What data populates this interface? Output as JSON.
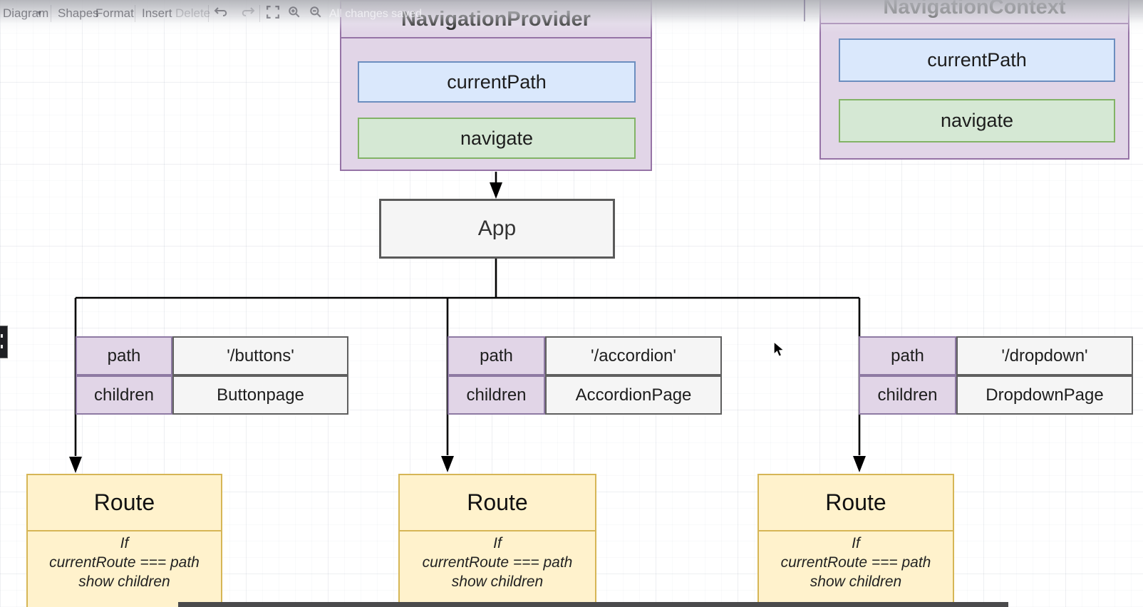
{
  "toolbar": {
    "diagram_label": "Diagram",
    "dropdown_chevron": "▾",
    "shapes_label": "Shapes",
    "format_label": "Format",
    "insert_label": "Insert",
    "delete_label": "Delete",
    "status_text": "All changes saved",
    "icons": {
      "undo": "undo-arrow",
      "redo": "redo-arrow",
      "fullscreen": "fullscreen-brackets",
      "zoom_in": "magnifier-plus",
      "zoom_out": "magnifier-minus"
    }
  },
  "provider": {
    "title": "NavigationProvider",
    "state_field": "currentPath",
    "function_field": "navigate"
  },
  "context": {
    "title": "NavigationContext",
    "state_field": "currentPath",
    "function_field": "navigate"
  },
  "app": {
    "label": "App"
  },
  "tables": [
    {
      "rows": [
        {
          "key": "path",
          "value": "'/buttons'"
        },
        {
          "key": "children",
          "value": "Buttonpage"
        }
      ]
    },
    {
      "rows": [
        {
          "key": "path",
          "value": "'/accordion'"
        },
        {
          "key": "children",
          "value": "AccordionPage"
        }
      ]
    },
    {
      "rows": [
        {
          "key": "path",
          "value": "'/dropdown'"
        },
        {
          "key": "children",
          "value": "DropdownPage"
        }
      ]
    }
  ],
  "routes": [
    {
      "title": "Route",
      "line1": "If",
      "line2": "currentRoute === path",
      "line3": "show children"
    },
    {
      "title": "Route",
      "line1": "If",
      "line2": "currentRoute === path",
      "line3": "show children"
    },
    {
      "title": "Route",
      "line1": "If",
      "line2": "currentRoute === path",
      "line3": "show children"
    }
  ],
  "colors": {
    "purple_fill": "#E1D5E7",
    "purple_border": "#9673A6",
    "blue_fill": "#DAE8FC",
    "blue_border": "#6C8EBF",
    "green_fill": "#D5E8D4",
    "green_border": "#82B366",
    "yellow_fill": "#FFF2CC",
    "yellow_border": "#D6B656",
    "gray_fill": "#F5F5F5",
    "gray_border": "#666666",
    "edge": "#000000"
  }
}
